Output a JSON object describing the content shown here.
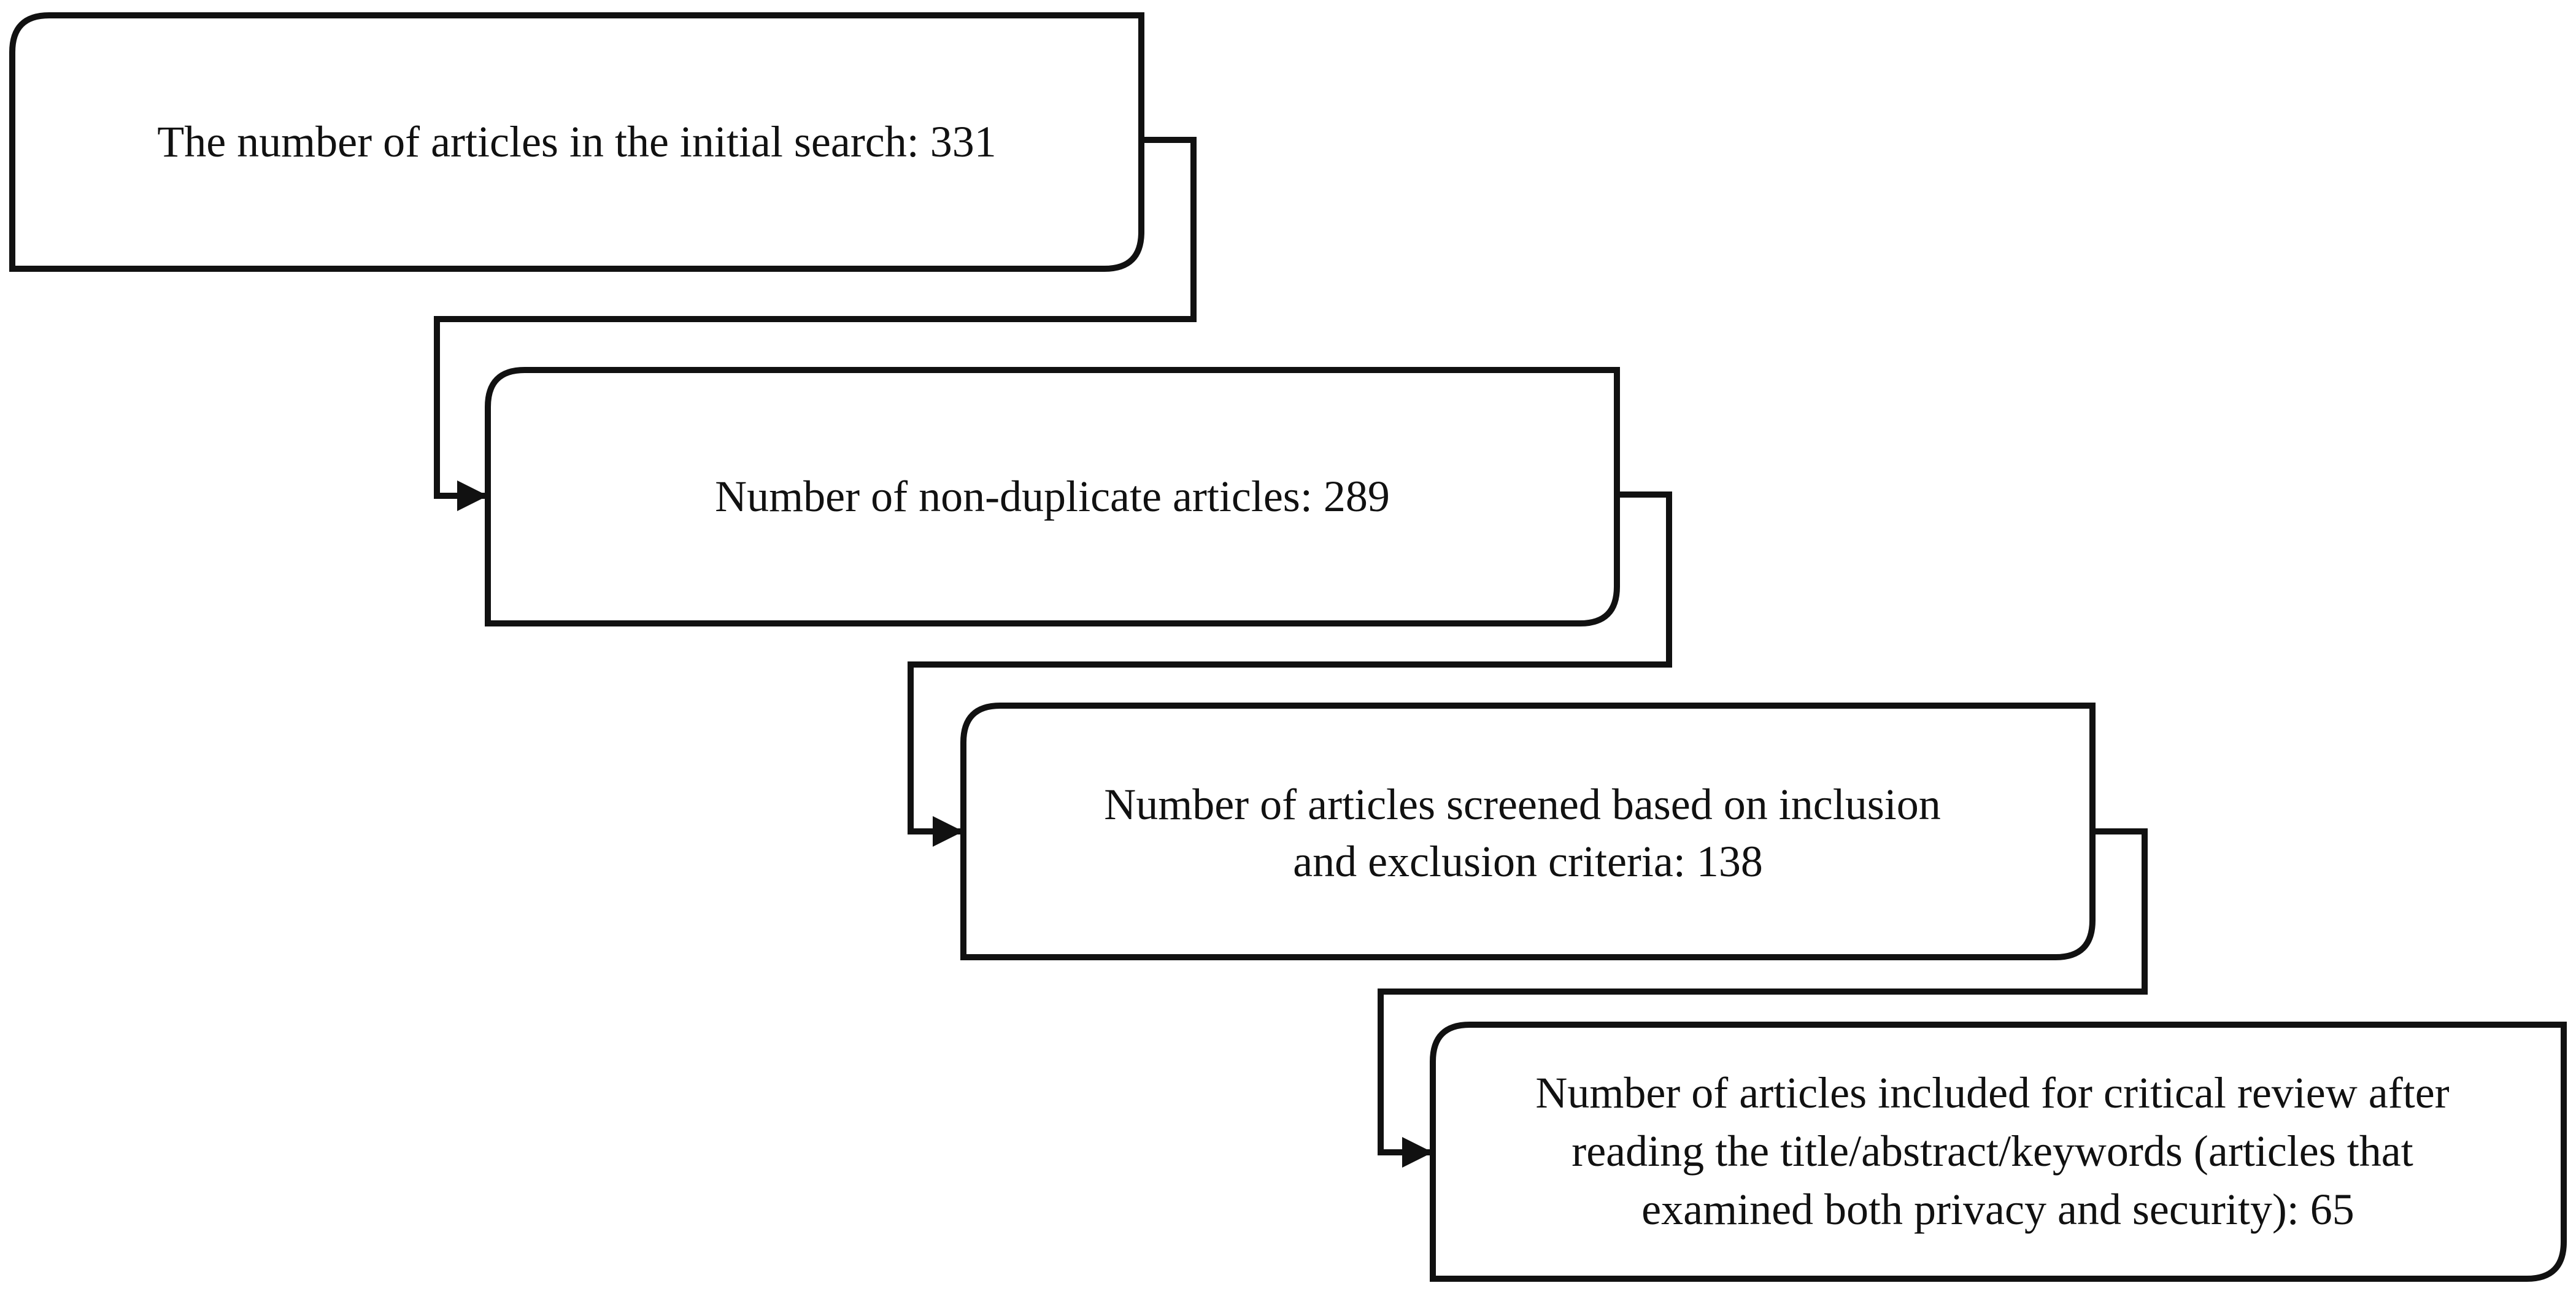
{
  "flow": {
    "steps": [
      {
        "lines": [
          "The number of articles in the initial search: 331"
        ]
      },
      {
        "lines": [
          "Number of non-duplicate articles: 289"
        ]
      },
      {
        "lines": [
          "Number of articles screened based on inclusion",
          "and exclusion criteria: 138"
        ]
      },
      {
        "lines": [
          "Number of articles included for critical review after",
          "reading the title/abstract/keywords (articles that",
          "examined both privacy and security): 65"
        ]
      }
    ]
  },
  "colors": {
    "stroke": "#111111",
    "background": "#ffffff"
  }
}
